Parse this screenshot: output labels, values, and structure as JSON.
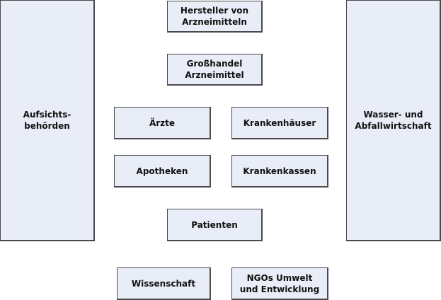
{
  "boxes": {
    "aufsicht": "Aufsichts-\nbehörden",
    "wasser": "Wasser- und\nAbfallwirtschaft",
    "hersteller": "Hersteller von\nArzneimitteln",
    "grosshandel": "Großhandel\nArzneimittel",
    "aerzte": "Ärzte",
    "krankenhaeuser": "Krankenhäuser",
    "apotheken": "Apotheken",
    "krankenkassen": "Krankenkassen",
    "patienten": "Patienten",
    "wissenschaft": "Wissenschaft",
    "ngos": "NGOs Umwelt\nund Entwicklung"
  },
  "colors": {
    "fill": "#e8edf7",
    "border": "#4a4a4a"
  }
}
